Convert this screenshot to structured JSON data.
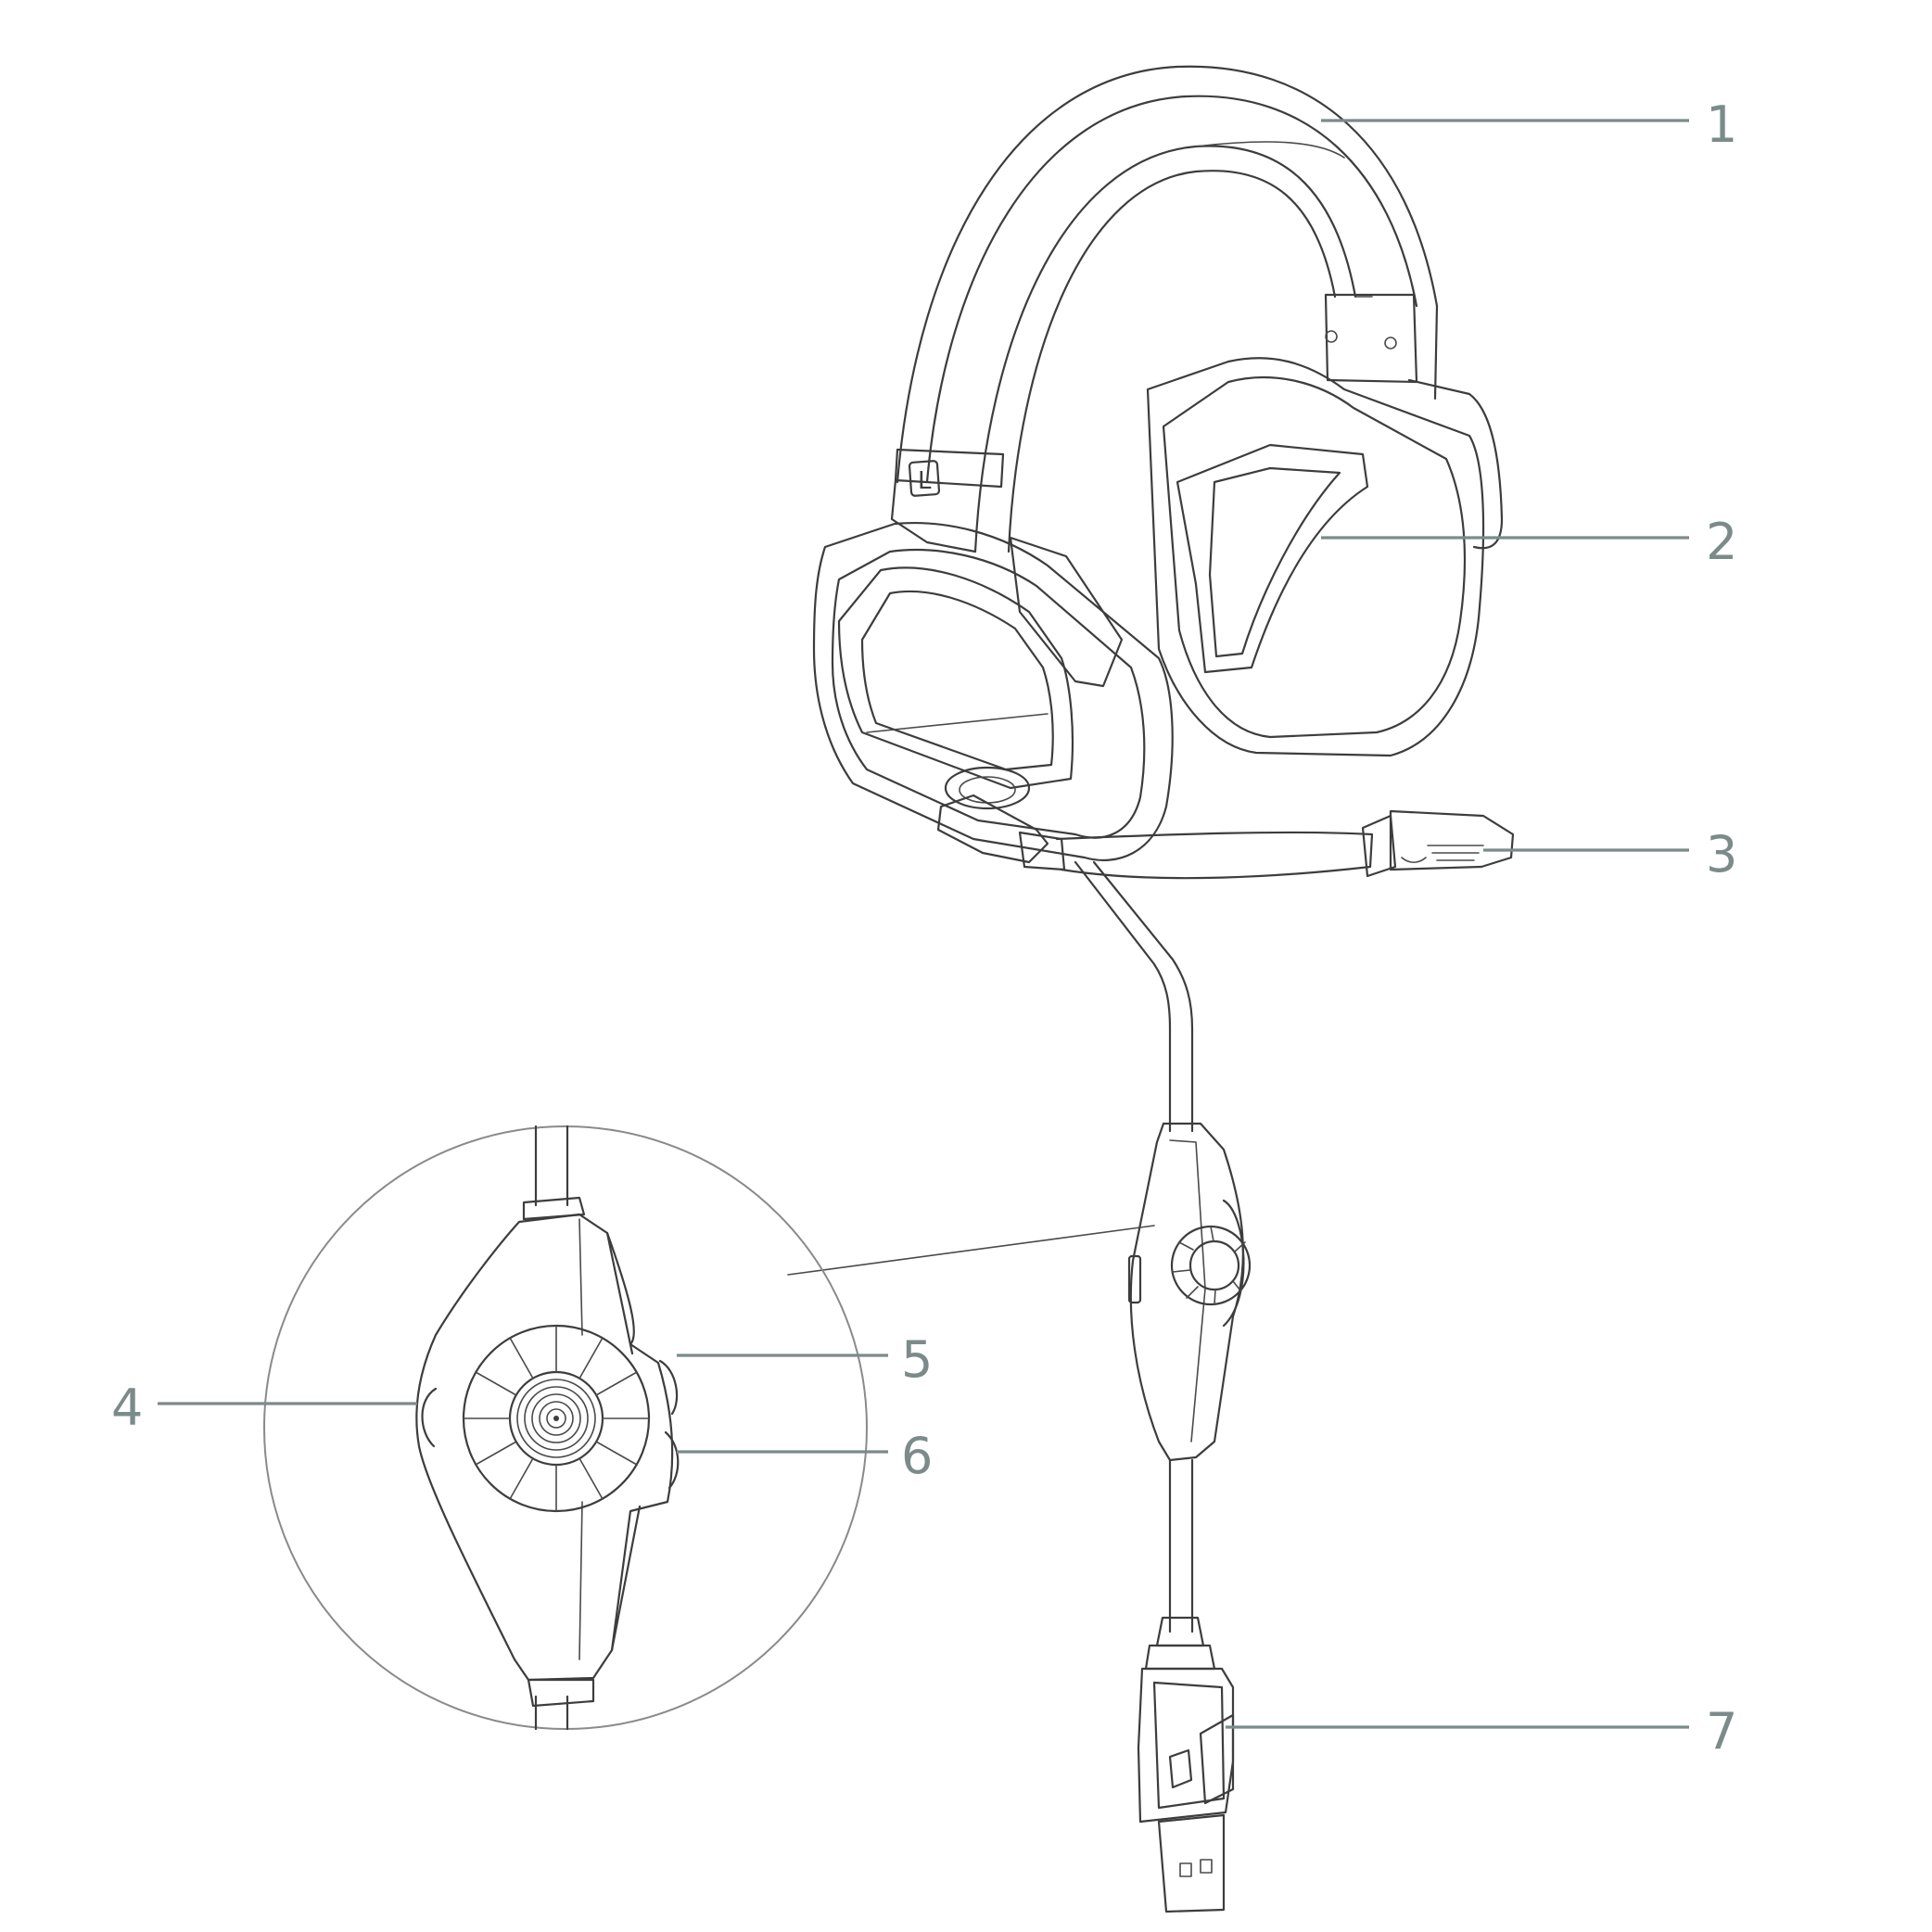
{
  "colors": {
    "line": "#3d3d3d",
    "leader": "#7b8b8a",
    "label": "#7b8b8a",
    "background": "#ffffff"
  },
  "headset": {
    "side_mark": "L"
  },
  "callouts": [
    {
      "number": "1"
    },
    {
      "number": "2"
    },
    {
      "number": "3"
    },
    {
      "number": "4"
    },
    {
      "number": "5"
    },
    {
      "number": "6"
    },
    {
      "number": "7"
    }
  ]
}
